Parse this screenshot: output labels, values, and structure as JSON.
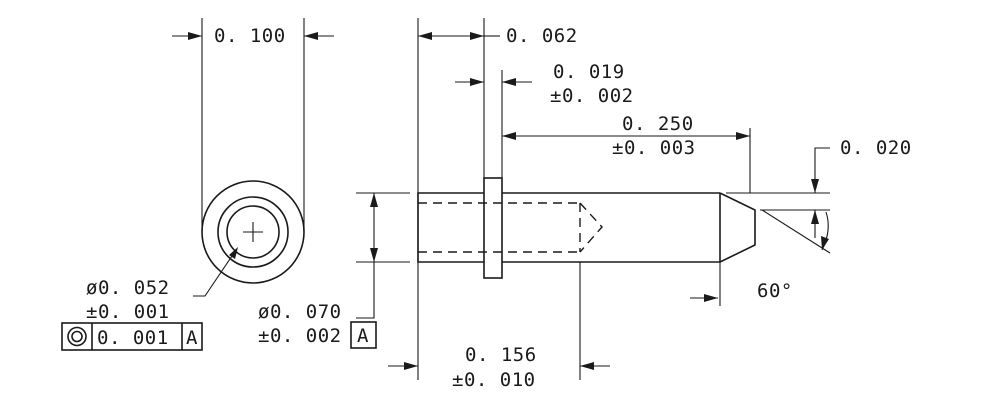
{
  "dimensions": {
    "head_width": "0. 100",
    "flange_offset": "0. 062",
    "flange_thickness": "0. 019",
    "flange_thickness_tol": "±0. 002",
    "pin_length": "0. 250",
    "pin_length_tol": "±0. 003",
    "chamfer": "0. 020",
    "angle": "60°",
    "bore_diameter": "ø0. 052",
    "bore_diameter_tol": "±0. 001",
    "pin_diameter": "ø0. 070",
    "pin_diameter_tol": "±0. 002",
    "bore_depth": "0. 156",
    "bore_depth_tol": "±0. 010"
  },
  "feature_control_frame": {
    "symbol": "concentricity",
    "tolerance": "0. 001",
    "datum": "A"
  },
  "datum_label": "A"
}
